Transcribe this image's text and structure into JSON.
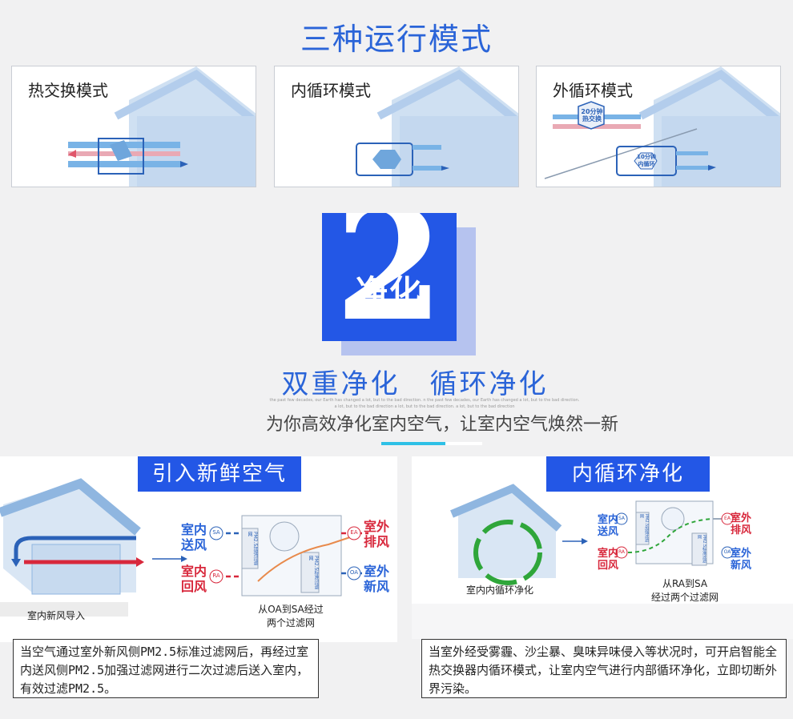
{
  "title": "三种运行模式",
  "modes": [
    {
      "label": "热交换模式"
    },
    {
      "label": "内循环模式"
    },
    {
      "label": "外循环模式",
      "tag_top": "20分钟",
      "tag_bottom": "热交换",
      "tag2_top": "10分钟",
      "tag2_bottom": "内循环"
    }
  ],
  "badge": {
    "number": "2",
    "word": "净化"
  },
  "headline": "双重净化　循环净化",
  "fineprint": [
    "the past few decades, our Earth has changed a lot, but to the bad direction. n the past few decades, our Earth has changed a lot, but to the bad direction.",
    "a lot, but to the bad direction a lot, but to the bad direction. a lot, but to the bad direction"
  ],
  "subline": "为你高效净化室内空气，让室内空气焕然一新",
  "left_panel": {
    "title": "引入新鲜空气",
    "caption": "室内新风导入",
    "labels": {
      "indoor_supply_1": "室内",
      "indoor_supply_2": "送风",
      "indoor_return_1": "室内",
      "indoor_return_2": "回风",
      "outdoor_exhaust_1": "室外",
      "outdoor_exhaust_2": "排风",
      "outdoor_fresh_1": "室外",
      "outdoor_fresh_2": "新风",
      "sa": "SA",
      "ra": "RA",
      "ea": "EA",
      "oa": "OA",
      "filter_a": "PM2.5加强过滤网",
      "filter_b": "PM2.5标准过滤网"
    },
    "note_1": "从OA到SA经过",
    "note_2": "两个过滤网",
    "description": "当空气通过室外新风侧PM2.5标准过滤网后，再经过室内送风侧PM2.5加强过滤网进行二次过滤后送入室内，有效过滤PM2.5。"
  },
  "right_panel": {
    "title": "内循环净化",
    "caption": "室内内循环净化",
    "labels": {
      "indoor_supply_1": "室内",
      "indoor_supply_2": "送风",
      "indoor_return_1": "室内",
      "indoor_return_2": "回风",
      "outdoor_exhaust_1": "室外",
      "outdoor_exhaust_2": "排风",
      "outdoor_fresh_1": "室外",
      "outdoor_fresh_2": "新风",
      "sa": "SA",
      "ra": "RA",
      "ea": "EA",
      "oa": "OA",
      "filter_a": "PM2.5加强过滤网",
      "filter_b": "PM2.5标准过滤网"
    },
    "note_1": "从RA到SA",
    "note_2": "经过两个过滤网",
    "description": "当室外经受雾霾、沙尘暴、臭味异味侵入等状况时，可开启智能全热交换器内循环模式，让室内空气进行内部循环净化，立即切断外界污染。"
  },
  "colors": {
    "accent": "#2357e6",
    "title_blue": "#2a64d8",
    "red": "#d8283c",
    "green": "#2fa63a",
    "cyan": "#2ec0e6"
  }
}
